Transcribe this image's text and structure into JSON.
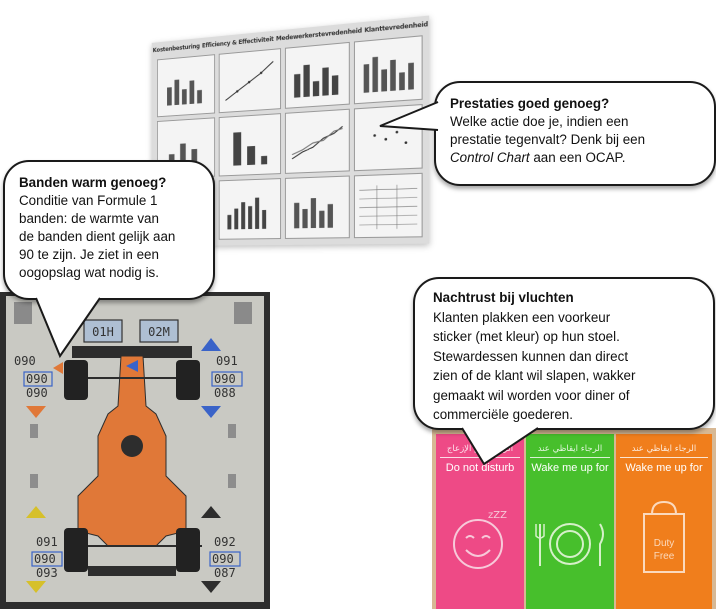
{
  "bubbles": {
    "tyres": {
      "title": "Banden warm genoeg?",
      "lines": [
        "Conditie van Formule 1",
        "banden: de warmte van",
        "de banden dient gelijk aan",
        "90 te zijn. Je ziet in een",
        "oogopslag wat nodig is."
      ]
    },
    "performance": {
      "title": "Prestaties goed genoeg?",
      "line1": "Welke actie doe je, indien een",
      "line2": "prestatie tegenvalt? Denk bij een",
      "line3_em": "Control Chart",
      "line3_rest": " aan een OCAP."
    },
    "rest": {
      "title": "Nachtrust bij vluchten",
      "lines": [
        "Klanten plakken een voorkeur",
        "sticker (met kleur) op hun stoel.",
        "Stewardessen kunnen dan direct",
        "zien of de klant wil slapen, wakker",
        "gemaakt wil worden voor diner of",
        "commerciële goederen."
      ]
    }
  },
  "dashboard": {
    "headers": [
      "Kostenbesturing",
      "Efficiency & Effectiviteit",
      "Medewerkerstevredenheid",
      "Klanttevredenheid"
    ]
  },
  "f1_display": {
    "top_left_box": "01H",
    "top_right_box": "02M",
    "front_left": [
      "090",
      "090",
      "090"
    ],
    "front_right": [
      "091",
      "090",
      "088"
    ],
    "rear_left": [
      "091",
      "090",
      "093"
    ],
    "rear_right": [
      "092",
      "090",
      "087"
    ]
  },
  "stickers": [
    {
      "arabic": "الرجاء عدم الإزعاج",
      "english": "Do not disturb",
      "icon": "sleep-face-icon",
      "color": "#ee4a86"
    },
    {
      "arabic": "الرجاء ايقاظي عند",
      "english": "Wake me up for",
      "icon": "plate-cutlery-icon",
      "color": "#47bf2c"
    },
    {
      "arabic": "الرجاء ايقاظي عند",
      "english": "Wake me up for",
      "icon": "duty-free-bag-icon",
      "color": "#f07e1c"
    }
  ],
  "duty_free_label": [
    "Duty",
    "Free"
  ]
}
